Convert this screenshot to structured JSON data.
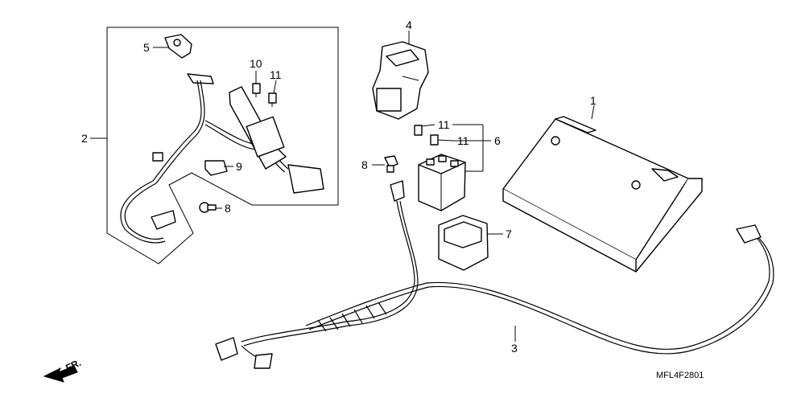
{
  "callouts": {
    "c1": "1",
    "c2": "2",
    "c3": "3",
    "c4": "4",
    "c5": "5",
    "c6": "6",
    "c7": "7",
    "c8a": "8",
    "c8b": "8",
    "c9": "9",
    "c10": "10",
    "c11a": "11",
    "c11b": "11",
    "c11c": "11"
  },
  "direction_label": "FR.",
  "diagram_code": "MFL4F2801"
}
